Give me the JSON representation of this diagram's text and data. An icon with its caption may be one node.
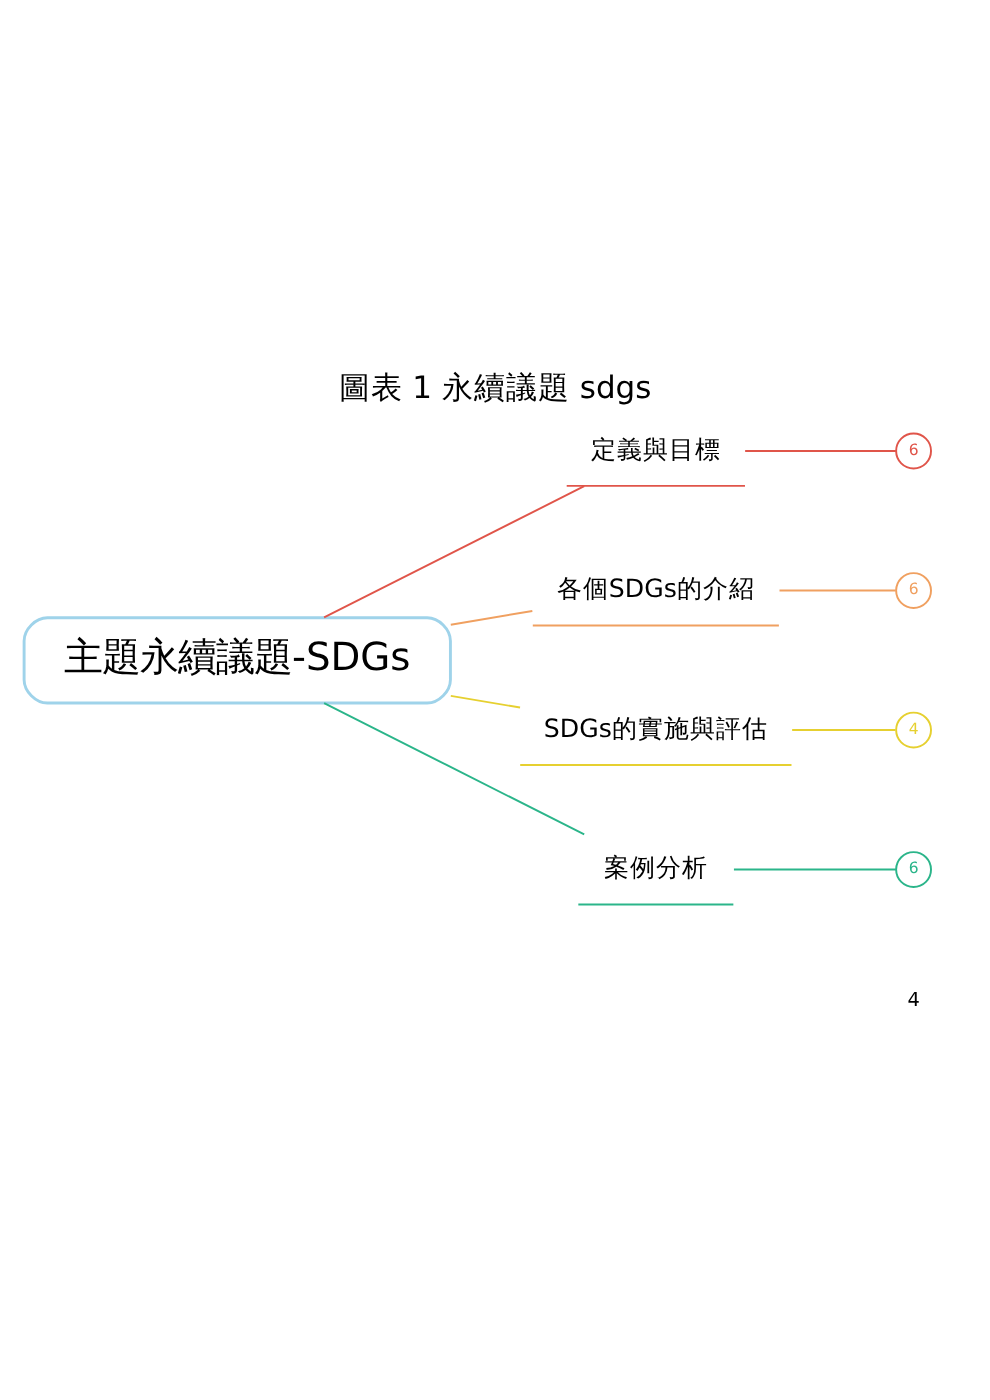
{
  "diagram": {
    "title": "圖表 1 永續議題 sdgs",
    "nodes": [
      {
        "text": [
          "主題永續議題-SDGs"
        ]
      },
      {
        "text": [
          "定義與目標"
        ]
      },
      {
        "text": [
          "6"
        ]
      },
      {
        "text": [
          "各個SDGs的介紹"
        ]
      },
      {
        "text": [
          "6"
        ]
      },
      {
        "text": [
          "SDGs的實施與評估"
        ]
      },
      {
        "text": [
          "4"
        ]
      },
      {
        "text": [
          "案例分析"
        ]
      },
      {
        "text": [
          "6"
        ]
      }
    ],
    "edges": [
      {
        "from": 0,
        "to": 1,
        "arrow": "none",
        "color": "#e0554a"
      },
      {
        "from": 1,
        "to": 2,
        "arrow": "none",
        "color": "#e0554a"
      },
      {
        "from": 0,
        "to": 3,
        "arrow": "none",
        "color": "#f0a060"
      },
      {
        "from": 3,
        "to": 4,
        "arrow": "none",
        "color": "#f0a060"
      },
      {
        "from": 0,
        "to": 5,
        "arrow": "none",
        "color": "#e6d030"
      },
      {
        "from": 5,
        "to": 6,
        "arrow": "none",
        "color": "#e6d030"
      },
      {
        "from": 0,
        "to": 7,
        "arrow": "none",
        "color": "#2bb58a"
      },
      {
        "from": 7,
        "to": 8,
        "arrow": "none",
        "color": "#2bb58a"
      }
    ],
    "labels": [
      "4"
    ]
  }
}
